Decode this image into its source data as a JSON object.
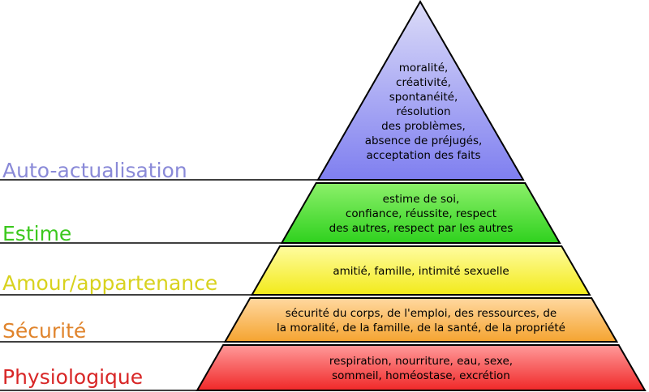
{
  "levels": [
    {
      "label": "Auto-actualisation",
      "label_color": "#8a8ad8",
      "fill_light": "#dcdcf8",
      "fill_dark": "#7f7ff0",
      "lines": [
        "moralité,",
        "créativité,",
        "spontanéité,",
        "résolution",
        "des problèmes,",
        "absence de préjugés,",
        "acceptation des faits"
      ]
    },
    {
      "label": "Estime",
      "label_color": "#3cc81e",
      "fill_light": "#8cf06a",
      "fill_dark": "#2fd11e",
      "lines": [
        "estime de soi,",
        "confiance, réussite, respect",
        "des autres, respect par les autres"
      ]
    },
    {
      "label": "Amour/appartenance",
      "label_color": "#d8d21e",
      "fill_light": "#fffca0",
      "fill_dark": "#f2ea1a",
      "lines": [
        "amitié, famille, intimité sexuelle"
      ]
    },
    {
      "label": "Sécurité",
      "label_color": "#e0842c",
      "fill_light": "#ffd8a0",
      "fill_dark": "#f5a430",
      "lines": [
        "sécurité du corps, de l'emploi, des ressources, de",
        "la moralité, de la famille, de la santé, de la propriété"
      ]
    },
    {
      "label": "Physiologique",
      "label_color": "#d82626",
      "fill_light": "#ff9a9a",
      "fill_dark": "#f02828",
      "lines": [
        "respiration, nourriture, eau, sexe,",
        "sommeil, homéostase, excrétion"
      ]
    }
  ]
}
